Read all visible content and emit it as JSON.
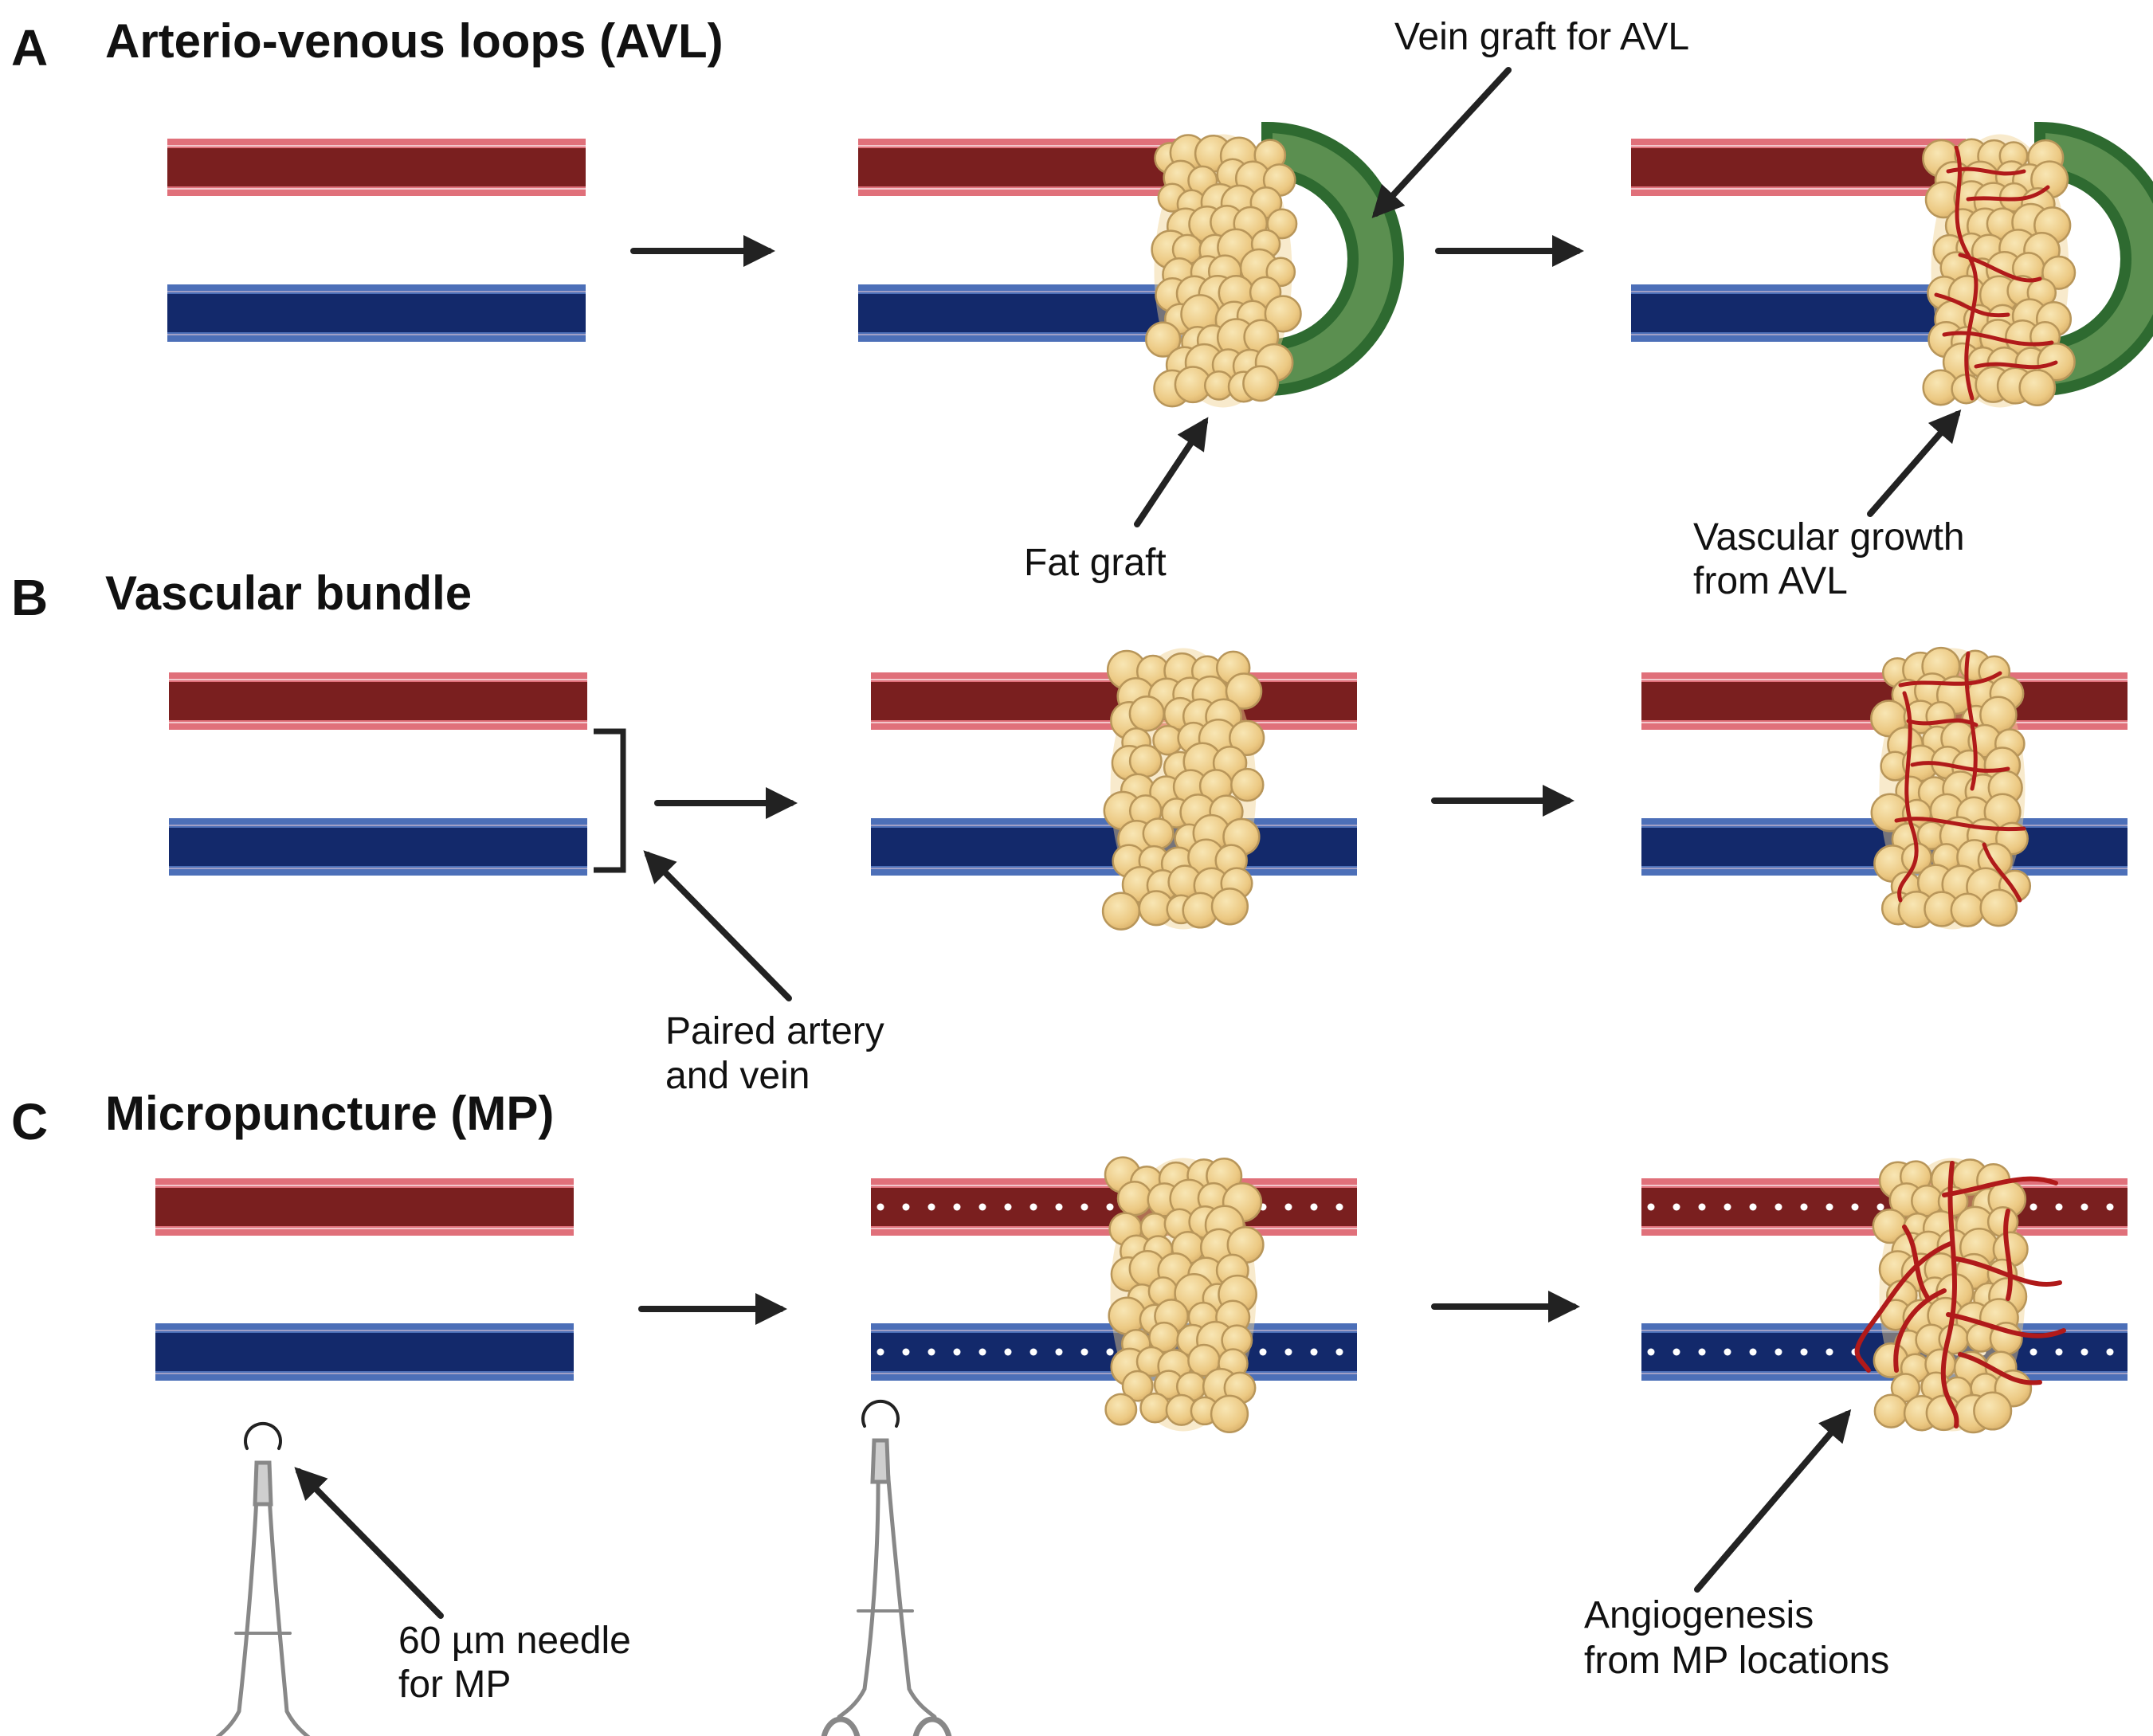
{
  "panels": {
    "a": {
      "letter": "A",
      "title": "Arterio-venous loops (AVL)"
    },
    "b": {
      "letter": "B",
      "title": "Vascular bundle"
    },
    "c": {
      "letter": "C",
      "title": "Micropuncture (MP)"
    }
  },
  "labels": {
    "vein_graft": "Vein graft for AVL",
    "fat_graft": "Fat graft",
    "vascular_growth_1": "Vascular growth",
    "vascular_growth_2": "from AVL",
    "paired_1": "Paired artery",
    "paired_2": "and vein",
    "needle_1": "60 µm needle",
    "needle_2": "for MP",
    "angio_1": "Angiogenesis",
    "angio_2": "from MP locations"
  },
  "colors": {
    "artery_fill": "#7a1f1f",
    "artery_edge": "#e0707a",
    "vein_fill": "#13296b",
    "vein_edge": "#4c6fb8",
    "vein_graft": "#5b8f50",
    "vein_graft_edge": "#2e6a30",
    "fat_fill": "#efd08e",
    "fat_edge": "#b8965a",
    "new_vessels": "#b01a1a",
    "arrow": "#222222"
  },
  "icons": [
    "arrow-icon",
    "fat-graft-icon",
    "vein-graft-icon",
    "forceps-icon",
    "microvessel-icon"
  ]
}
